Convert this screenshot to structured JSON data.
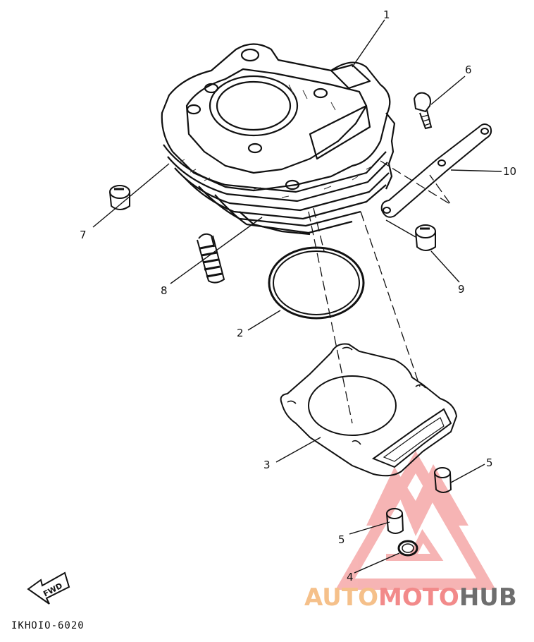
{
  "diagram": {
    "callouts": [
      {
        "id": "1",
        "label": "1",
        "part": "cylinder"
      },
      {
        "id": "2",
        "label": "2",
        "part": "o-ring"
      },
      {
        "id": "3",
        "label": "3",
        "part": "cylinder-gasket"
      },
      {
        "id": "4",
        "label": "4",
        "part": "o-ring-small"
      },
      {
        "id": "5a",
        "label": "5",
        "part": "dowel-pin"
      },
      {
        "id": "5b",
        "label": "5",
        "part": "dowel-pin"
      },
      {
        "id": "6",
        "label": "6",
        "part": "bolt"
      },
      {
        "id": "7",
        "label": "7",
        "part": "dowel-pin-head"
      },
      {
        "id": "8",
        "label": "8",
        "part": "stud-bolt"
      },
      {
        "id": "9",
        "label": "9",
        "part": "dowel-pin-head"
      },
      {
        "id": "10",
        "label": "10",
        "part": "bracket"
      }
    ],
    "fwd_label": "FWD",
    "figure_code": "IKHOIO-6020"
  },
  "watermark": {
    "part1": "AUTO",
    "part2": "MOTO",
    "part3": "HUB",
    "colors": {
      "auto": "#f5c08a",
      "moto": "#f28a8a",
      "hub": "#6e6e6e",
      "logo": "#f07878"
    }
  }
}
